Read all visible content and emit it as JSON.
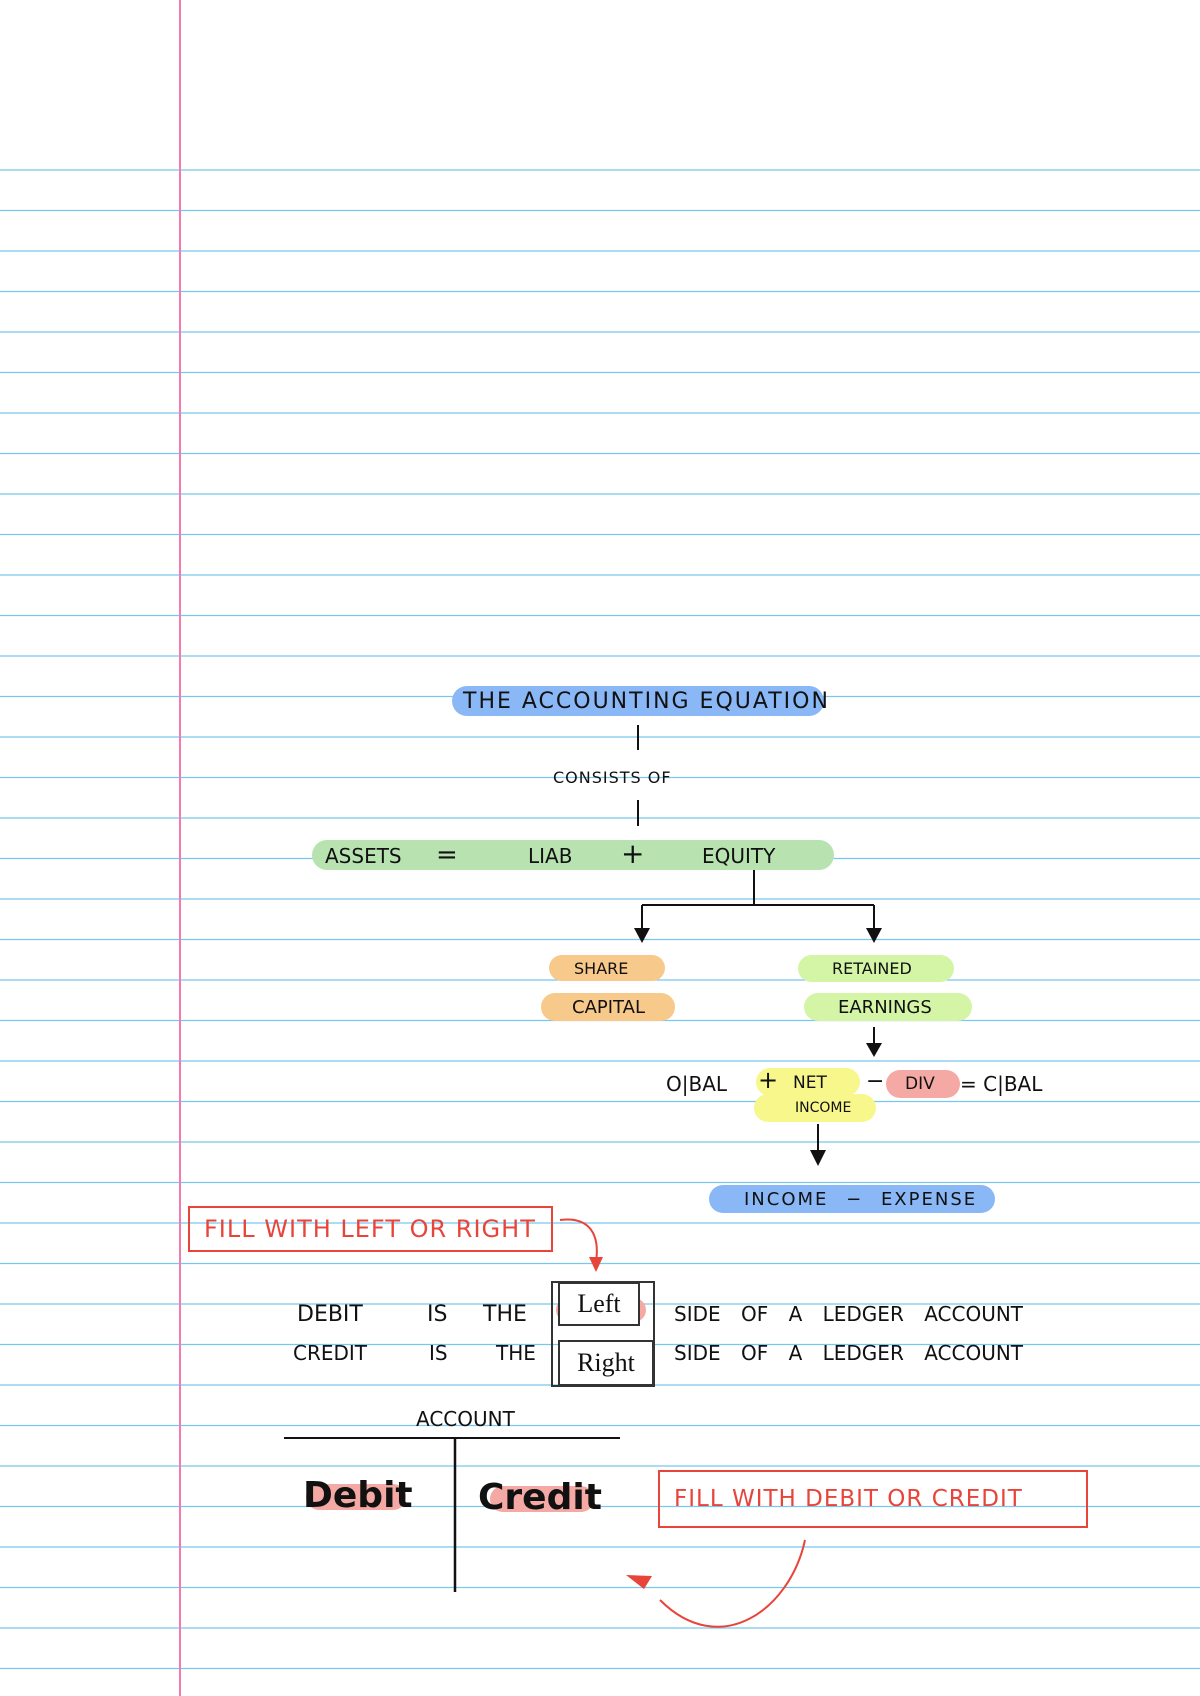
{
  "colors": {
    "rule_line": "#78c8ee",
    "margin_line": "#f47ab0",
    "blue_highlight": "#8ab8f7",
    "green_highlight": "#b8e3b0",
    "orange_highlight": "#f7c98a",
    "lime_highlight": "#d4f5a6",
    "yellow_highlight": "#f7f78c",
    "red_highlight": "#f4a9a4",
    "annotation_red": "#e8443a"
  },
  "diagram": {
    "title": "THE ACCOUNTING EQUATION",
    "connector_label": "CONSISTS OF",
    "equation": {
      "assets": "ASSETS",
      "equals": "=",
      "liabilities": "LIAB",
      "plus": "+",
      "equity": "EQUITY"
    },
    "share_capital": {
      "line1": "SHARE",
      "line2": "CAPITAL"
    },
    "retained_earnings": {
      "line1": "RETAINED",
      "line2": "EARNINGS"
    },
    "re_formula": {
      "opening": "O|BAL",
      "plus": "+",
      "net_income_1": "NET",
      "net_income_2": "INCOME",
      "minus": "−",
      "div": "DIV",
      "equals_closing": "= C|BAL"
    },
    "net_income_formula": "INCOME − EXPENSE"
  },
  "exercise1": {
    "instruction": "FILL WITH LEFT OR RIGHT",
    "debit_sentence": {
      "subject": "DEBIT",
      "is": "IS",
      "the": "THE",
      "rest": "SIDE OF A LEDGER ACCOUNT"
    },
    "credit_sentence": {
      "subject": "CREDIT",
      "is": "IS",
      "the": "THE",
      "rest": "SIDE OF A LEDGER ACCOUNT"
    },
    "answer_left": "Left",
    "answer_right": "Right"
  },
  "exercise2": {
    "t_account_title": "ACCOUNT",
    "debit_label": "Debit",
    "credit_label": "Credit",
    "instruction": "FILL WITH DEBIT OR CREDIT"
  }
}
